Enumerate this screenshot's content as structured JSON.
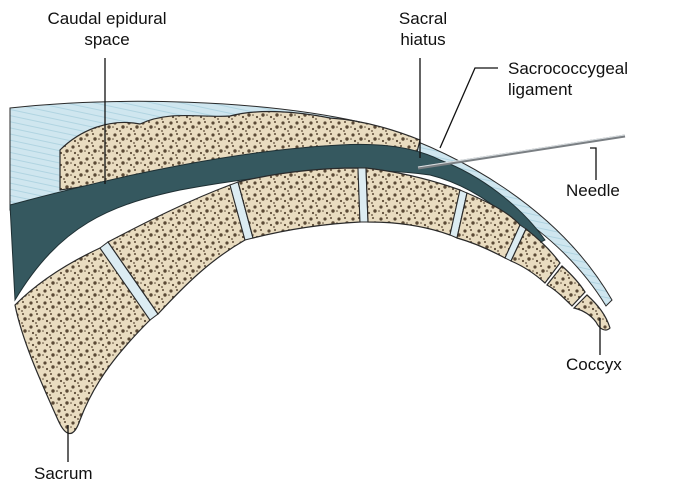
{
  "labels": {
    "caudal_epidural_space": "Caudal epidural\nspace",
    "sacral_hiatus": "Sacral\nhiatus",
    "sacrococcygeal_ligament": "Sacrococcygeal\nligament",
    "needle": "Needle",
    "coccyx": "Coccyx",
    "sacrum": "Sacrum"
  },
  "colors": {
    "ligament": "#cfe6ef",
    "ligament_lines": "#9cc8d8",
    "epidural_space": "#35585f",
    "bone": "#e9dcc0",
    "bone_pores": "#5b4a36",
    "outline": "#2a2a2a",
    "disc": "#dcecf2"
  }
}
